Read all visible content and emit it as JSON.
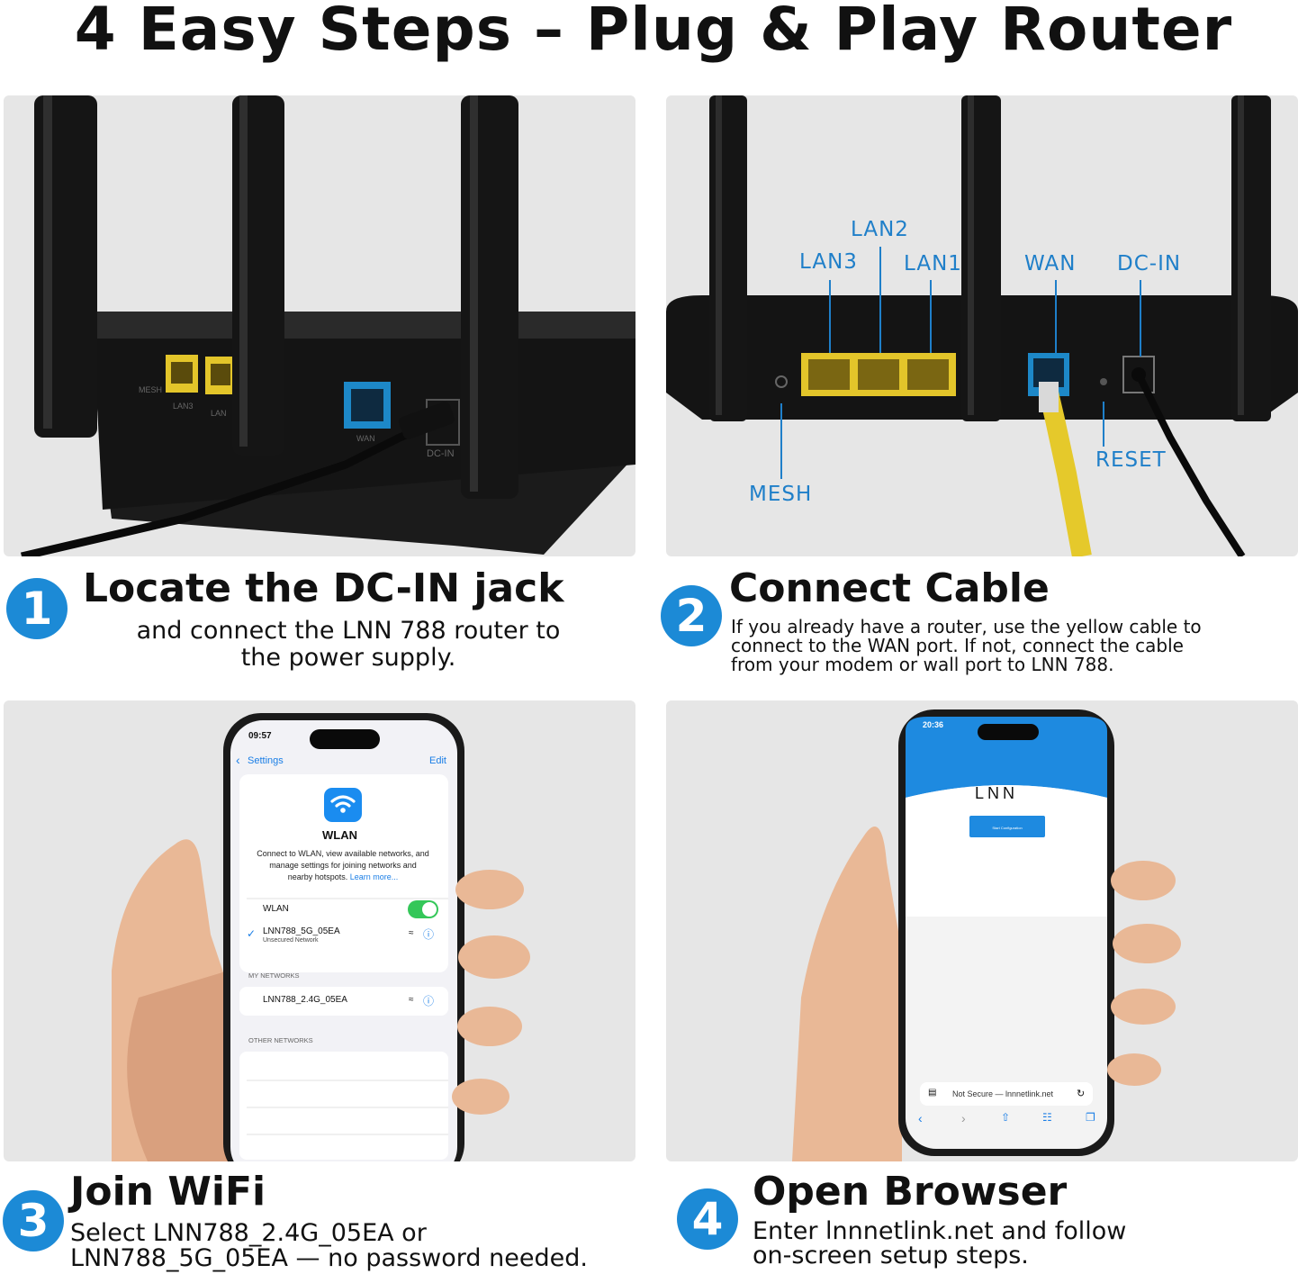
{
  "title": "4 Easy Steps – Plug & Play Router",
  "steps": [
    {
      "number": "1",
      "title": "Locate the DC-IN jack",
      "description_lines": [
        "and connect the LNN 788 router to",
        "the power supply."
      ]
    },
    {
      "number": "2",
      "title": "Connect Cable",
      "description_lines": [
        "If you already have a router, use the yellow cable to",
        "connect to the WAN port. If not, connect the cable",
        "from your modem or wall port to LNN 788."
      ]
    },
    {
      "number": "3",
      "title": "Join WiFi",
      "description_lines": [
        "Select LNN788_2.4G_05EA or",
        "LNN788_5G_05EA — no password needed."
      ]
    },
    {
      "number": "4",
      "title": "Open Browser",
      "description_lines": [
        "Enter lnnnetlink.net and follow",
        "on-screen setup steps."
      ]
    }
  ],
  "panel1": {
    "port_markings": [
      "MESH",
      "LAN3",
      "LAN",
      "WAN",
      "DC-IN"
    ]
  },
  "panel2": {
    "labels": {
      "lan2": "LAN2",
      "lan3": "LAN3",
      "lan1": "LAN1",
      "wan": "WAN",
      "dcin": "DC-IN",
      "mesh": "MESH",
      "reset": "RESET"
    }
  },
  "phone1": {
    "time": "09:57",
    "back_label": "Settings",
    "edit_label": "Edit",
    "wlan_heading": "WLAN",
    "wlan_description_lines": [
      "Connect to WLAN, view available networks, and",
      "manage settings for joining networks and",
      "nearby hotspots."
    ],
    "learn_more": "Learn more...",
    "wlan_toggle_label": "WLAN",
    "connected_network": "LNN788_5G_05EA",
    "connected_status": "Unsecured Network",
    "my_networks_header": "MY NETWORKS",
    "my_network": "LNN788_2.4G_05EA",
    "other_networks_header": "OTHER NETWORKS"
  },
  "phone2": {
    "time": "20:36",
    "brand": "LNN",
    "start_button": "Start Configuration",
    "address_bar": "Not Secure — lnnnetlink.net"
  },
  "colors": {
    "accent": "#1c8ad6",
    "port_label": "#1f7fc9",
    "lan_yellow": "#e3c52a",
    "wan_blue": "#1d88c8",
    "toggle_green": "#34c759",
    "panel_bg": "#e6e6e6"
  }
}
